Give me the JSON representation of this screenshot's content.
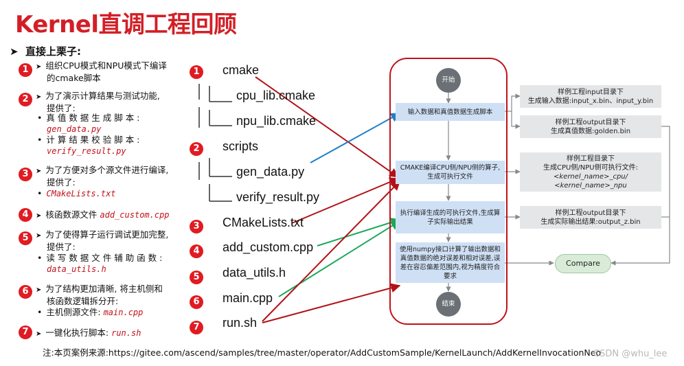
{
  "title": "Kernel直调工程回顾",
  "intro": "直接上栗子:",
  "left_items": [
    {
      "num": "1",
      "lines": [
        {
          "text": "组织CPU模式和NPU模式下编译"
        },
        {
          "text": "的cmake脚本"
        }
      ]
    },
    {
      "num": "2",
      "lines": [
        {
          "text": "为了演示计算结果与测试功能,"
        },
        {
          "text": "提供了:"
        }
      ]
    },
    {
      "bullets": [
        {
          "label": "真 值 数 据 生 成 脚 本 :",
          "code": "gen_data.py"
        },
        {
          "label": "计 算 结 果 校 验 脚 本 :",
          "code": "verify_result.py"
        }
      ]
    },
    {
      "num": "3",
      "lines": [
        {
          "text": "为了方便对多个源文件进行编译,"
        },
        {
          "text": "提供了:"
        }
      ],
      "code": "CMakeLists.txt"
    },
    {
      "num": "4",
      "label": "核函数源文件",
      "code": "add_custom.cpp"
    },
    {
      "num": "5",
      "lines": [
        {
          "text": "为了使得算子运行调试更加完整,"
        },
        {
          "text": "提供了:"
        }
      ],
      "bullet_label": "读 写 数 据 文 件 辅 助 函 数 :",
      "code": "data_utils.h"
    },
    {
      "num": "6",
      "lines": [
        {
          "text": "为了结构更加清晰, 将主机侧和"
        },
        {
          "text": "核函数逻辑拆分开:"
        }
      ],
      "bullet_label": "主机侧源文件:",
      "code": "main.cpp"
    },
    {
      "num": "7",
      "label": "一键化执行脚本:",
      "code": "run.sh"
    }
  ],
  "file_tree": {
    "cmake": "cmake",
    "cpu_lib": "cpu_lib.cmake",
    "npu_lib": "npu_lib.cmake",
    "scripts": "scripts",
    "gen_data": "gen_data.py",
    "verify_result": "verify_result.py",
    "cmakelists": "CMakeLists.txt",
    "add_custom": "add_custom.cpp",
    "data_utils": "data_utils.h",
    "main": "main.cpp",
    "run": "run.sh",
    "nums": [
      "1",
      "2",
      "3",
      "4",
      "5",
      "6",
      "7"
    ]
  },
  "flow": {
    "start": "开始",
    "end": "结束",
    "step1": "输入数据和真值数据生成脚本",
    "step2": "CMAKE编译CPU侧/NPU侧的算子,生成可执行文件",
    "step3": "执行编译生成的可执行文件,生成算子实际输出结果",
    "step4": "使用numpy接口计算了输出数据和真值数据的绝对误差和相对误差,误差在容忍偏差范围内,视为精度符合要求",
    "compare": "Compare",
    "notes": {
      "n1a": "样例工程input目录下",
      "n1b": "生成输入数据:input_x.bin、input_y.bin",
      "n2a": "样例工程output目录下",
      "n2b": "生成真值数据:golden.bin",
      "n3a": "样例工程目录下",
      "n3b": "生成CPU侧/NPU侧可执行文件:",
      "n3c": "<kernel_name>_cpu/",
      "n3d": "<kernel_name>_npu",
      "n4a": "样例工程output目录下",
      "n4b": "生成实际输出结果:output_z.bin"
    }
  },
  "source_note": "注:本页案例来源:https://gitee.com/ascend/samples/tree/master/operator/AddCustomSample/KernelLaunch/AddKernelInvocationNeo",
  "watermark": "CSDN @whu_lee",
  "colors": {
    "title_red": "#d21f26",
    "badge_red": "#e01b22",
    "frame_red": "#c0121a",
    "box_blue": "#cfe0f5",
    "box_gray": "#e4e6e8",
    "arrow_blue": "#1f7fc8",
    "arrow_green": "#1aa85a",
    "arrow_red": "#b01218"
  }
}
